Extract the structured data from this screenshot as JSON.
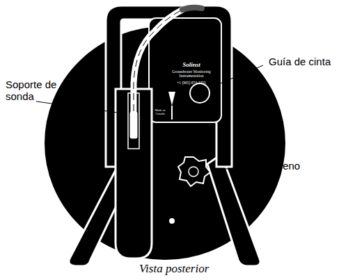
{
  "diagram": {
    "caption": "Vista posterior",
    "labels": [
      "Guía de cinta",
      "Soporte de sonda",
      "Freno",
      "Solinst",
      "Groundwater Monitoring Instrumentation",
      "+1 (905) 873-2255",
      "Made in Canada"
    ]
  }
}
